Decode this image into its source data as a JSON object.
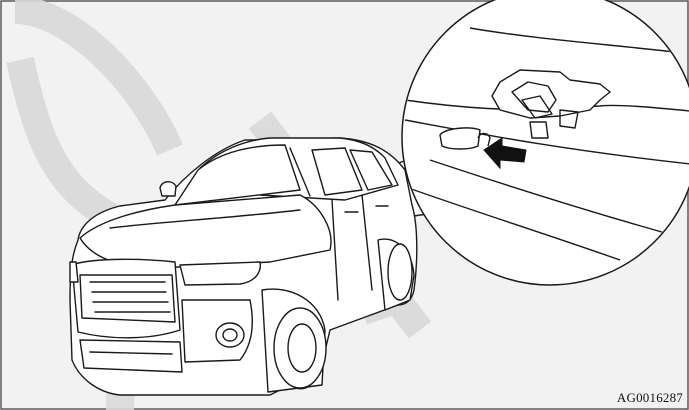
{
  "figure": {
    "code": "AG0016287"
  },
  "colors": {
    "frame_fill": "#f2f2f2",
    "frame_border": "#5a5a5a",
    "line": "#1a1a1a",
    "watermark": "#d9d9d9",
    "car_fill": "#ffffff"
  },
  "icons": {
    "arrow": "bold-left-arrow",
    "watermark": "diagonal-stamp"
  }
}
